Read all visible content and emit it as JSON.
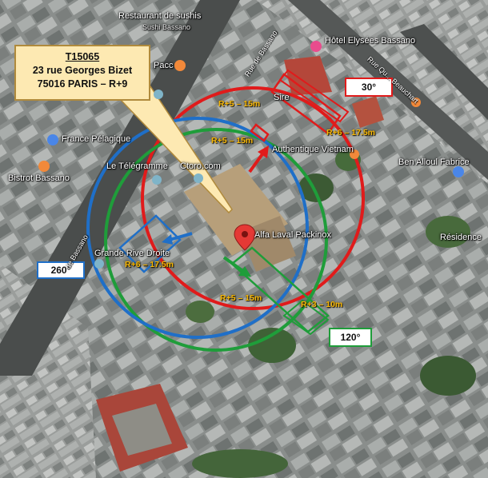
{
  "site": {
    "reference": "T15065",
    "address_line": "23 rue Georges Bizet",
    "city_line": "75016 PARIS – R+9"
  },
  "sectors": [
    {
      "label": "30°",
      "color": "#e01b1b"
    },
    {
      "label": "120°",
      "color": "#1f9d3a"
    },
    {
      "label": "260°",
      "color": "#1f6fc8"
    }
  ],
  "obstacles": [
    {
      "label": "R+5 – 15m"
    },
    {
      "label": "R+6 – 17.5m"
    },
    {
      "label": "R+5 – 15m"
    },
    {
      "label": "R+6 – 17.5m"
    },
    {
      "label": "R+5 – 15m"
    },
    {
      "label": "R+3 – 10m"
    }
  ],
  "poi": {
    "restaurant": "Restaurant de sushis",
    "restaurant_sub": "Sushi Bassano",
    "hotel": "Hôtel Elysées Bassano",
    "pacc": "Pacc",
    "sire": "Sire",
    "france_pelagique": "France Pélagique",
    "authentique": "Authentique Vietnam",
    "bistrot": "Bistrot Bassano",
    "telegramme": "Le Télégramme",
    "ctoro": "Ctoro.com",
    "ben_alloul": "Ben Alloul Fabrice",
    "alfa_laval": "Alfa Laval Packinox",
    "residence": "Résidence",
    "grande_rive": "Grande Rive Droite"
  },
  "streets": {
    "rue_de_bassano_top": "Rue de Bassano",
    "rue_de_bassano_left": "de Bassano",
    "rue_quentin": "Rue Qu... Beauchart"
  },
  "icon_names": [
    "map-pin-icon",
    "restaurant-icon",
    "hotel-icon",
    "shop-icon",
    "compass-arrow-icon"
  ]
}
